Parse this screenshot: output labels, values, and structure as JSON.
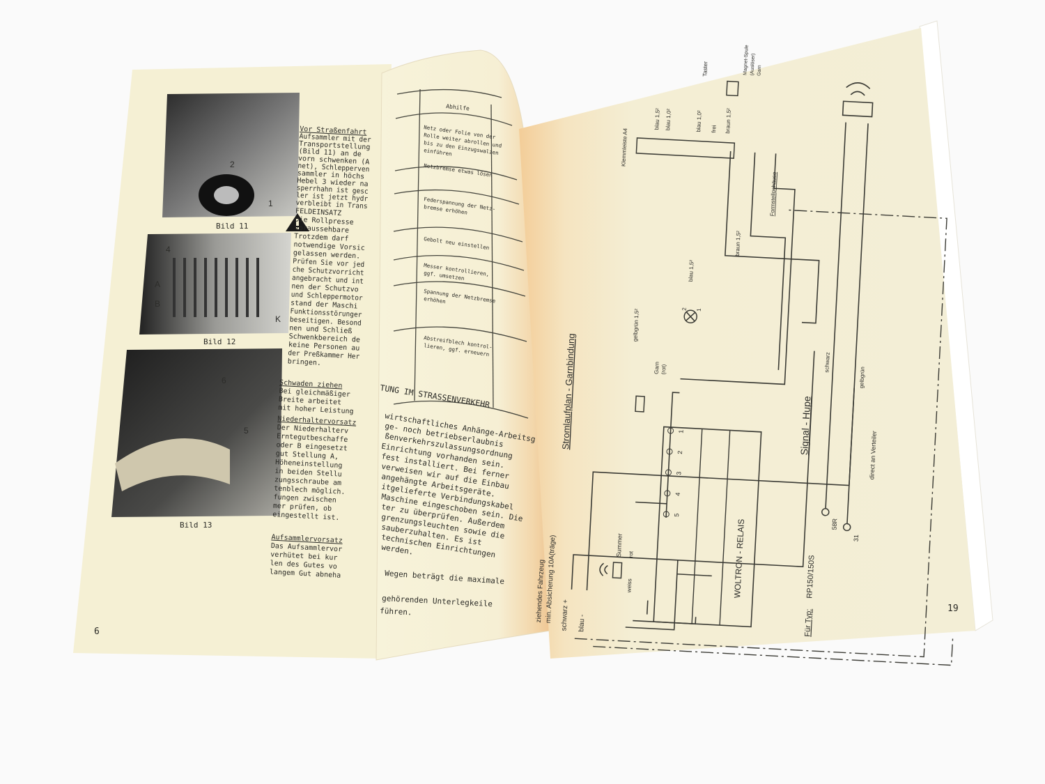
{
  "left_page": {
    "page_number": "6",
    "figures": [
      {
        "caption": "Bild 11",
        "callouts": [
          "2",
          "1"
        ]
      },
      {
        "caption": "Bild 12",
        "callouts": [
          "4",
          "A",
          "B",
          "K"
        ]
      },
      {
        "caption": "Bild 13",
        "callouts": [
          "6",
          "5"
        ]
      }
    ],
    "warning_icon": "warning-triangle-icon",
    "sections": [
      {
        "heading": "Vor Straßenfahrt",
        "lines": [
          "Aufsammler mit der",
          "Transportstellung",
          "(Bild   11)    an  de",
          "vorn schwenken   (A",
          "net), Schlepperven",
          "sammler   in   höchs",
          "Hebel  3    wieder na",
          "sperrhahn ist gesc",
          "ler ist jetzt hydr",
          "verbleibt in Trans"
        ]
      },
      {
        "heading": "FELDEINSATZ",
        "lines": [
          "     Die Rollpresse",
          "     voraussehbare",
          "     Trotzdem darf",
          "notwendige  Vorsic",
          "gelassen werden.",
          "Prüfen Sie vor jed",
          "che Schutzvorricht",
          "angebracht und int",
          "nen   der   Schutzvo",
          "und Schleppermotor",
          "stand   der   Maschi",
          "Funktionsstörunger",
          "beseitigen. Besond",
          "nen   und   Schließ",
          "Schwenkbereich   de",
          "keine Personen   au",
          "der Preßkammer Her",
          "bringen."
        ]
      },
      {
        "heading": "Schwaden ziehen",
        "lines": [
          "Bei   gleichmäßiger",
          "Breite   arbeitet",
          "mit hoher Leistung"
        ]
      },
      {
        "heading": "Niederhaltervorsatz",
        "lines": [
          "Der Niederhalterv",
          "Erntegutbeschaffe",
          "oder B eingesetzt",
          "gut Stellung  A,",
          "Höheneinstellung",
          "in beiden  Stellu",
          "zungsschraube am",
          "tenblech möglich.",
          "fungen zwischen",
          "mer   prüfen,   ob",
          "eingestellt ist."
        ]
      },
      {
        "heading": "Aufsammlervorsatz",
        "lines": [
          "Das Aufsammlervor",
          "verhütet bei  kur",
          "len des Gutes  vo",
          "langem Gut abneha"
        ]
      }
    ]
  },
  "middle_page": {
    "table": {
      "header": "Abhilfe",
      "rows": [
        [
          "Netz oder Folie von der",
          "Rolle weiter abrollen und",
          "bis zu den Einzugswalzen",
          "einführen"
        ],
        [
          "Netzbremse etwas lösen"
        ],
        [
          "Federspannung der Netz-",
          "bremse erhöhen"
        ],
        [
          "Gebolt neu einstellen"
        ],
        [
          "Messer kontrollieren,",
          "ggf. umsetzen"
        ],
        [
          "Spannung der Netzbremse",
          "erhöhen"
        ],
        [
          "Abstreifblech kontrol-",
          "lieren, ggf. erneuern"
        ]
      ]
    },
    "heading": "TUNG IM STRASSENVERKEHR",
    "lines": [
      "wirtschaftliches Anhänge-Arbeitsg",
      "ge- noch betriebserlaubnis",
      "ßenverkehrszulassungsordnung",
      "Einrichtung vorhanden sein.",
      "fest installiert. Bei ferner",
      "verweisen wir auf die Einbau",
      "angehängte  Arbeitsgeräte.",
      "itgelieferte  Verbindungskabel",
      "Maschine eingeschoben sein. Die",
      "ter zu überprüfen. Außerdem",
      "grenzungsleuchten sowie die",
      "sauberzuhalten. Es ist",
      "technischen Einrichtungen",
      "werden."
    ],
    "lines2": [
      "Wegen   beträgt   die  maximale",
      "gehörenden   Unterlegkeile",
      "führen."
    ]
  },
  "right_page": {
    "page_number": "19",
    "title": "Stromlaufplan - Garnbindung",
    "vehicle_note": [
      "ziehendes Fahrzeug",
      "min. Absicherung 10A(träge)"
    ],
    "supply_labels": [
      "schwarz +",
      "blau  -"
    ],
    "terminal_block": "Klemmleiste A4",
    "wire_labels": [
      "gelbgrün 1,5²",
      "blau 1,5²",
      "braun 1,5²",
      "blau 1,5²",
      "blau 1,0²",
      "blau 1,0²",
      "frei",
      "braun 1,5²"
    ],
    "switch_label": "Taster",
    "coil_label": [
      "Magnet-Spule",
      "(Auslöser)",
      "Garn"
    ],
    "housing_label": "Formstellgehäuse",
    "lamp_pins": [
      "2",
      "1"
    ],
    "garn_switch": [
      "Garn",
      "(rot)"
    ],
    "buzzer_label": "Summer",
    "buzzer_wires": [
      "rot",
      "weiss"
    ],
    "relay_label": "WOLTRON - RELAIS",
    "relay_pins": [
      "1",
      "2",
      "3",
      "4",
      "5"
    ],
    "horn_title": "Signal - Hupe",
    "horn_wires": [
      "schwarz",
      "gelbgrün"
    ],
    "horn_terminals": [
      "58R",
      "31"
    ],
    "horn_note": "direct an Verteiler",
    "type_label": "Für Typ:",
    "type_value": "RP150/150S"
  },
  "colors": {
    "background": "#fafafa",
    "left_paper": "#f5f0d4",
    "right_paper": "#f4eed3",
    "spine_tint": "#f2cf9e",
    "ink": "#2a2a26"
  }
}
